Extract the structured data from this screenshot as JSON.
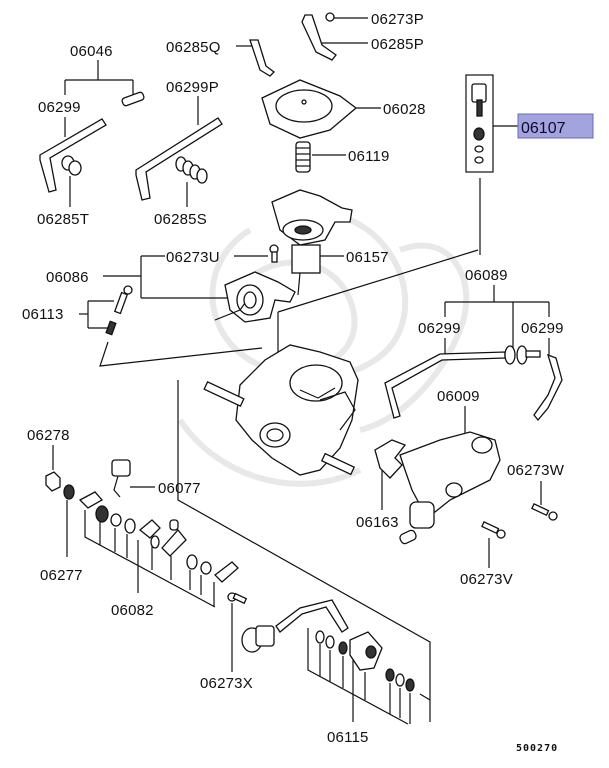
{
  "diagram": {
    "title": "Carburetor exploded parts diagram",
    "figure_code": "500270",
    "highlight_color": "#a3a3de",
    "highlight_border": "#6a6ab8",
    "selected_part": "06107",
    "labels": {
      "p06046": "06046",
      "p06299_left": "06299",
      "p06285T": "06285T",
      "p06285Q": "06285Q",
      "p06299P": "06299P",
      "p06285S": "06285S",
      "p06273P": "06273P",
      "p06285P": "06285P",
      "p06028": "06028",
      "p06119": "06119",
      "p06107": "06107",
      "p06157": "06157",
      "p06273U": "06273U",
      "p06086": "06086",
      "p06113": "06113",
      "p06089": "06089",
      "p06299_mid": "06299",
      "p06299_right": "06299",
      "p06009": "06009",
      "p06278": "06278",
      "p06077": "06077",
      "p06273W": "06273W",
      "p06163": "06163",
      "p06277": "06277",
      "p06273V": "06273V",
      "p06082": "06082",
      "p06273X": "06273X",
      "p06115": "06115"
    }
  }
}
